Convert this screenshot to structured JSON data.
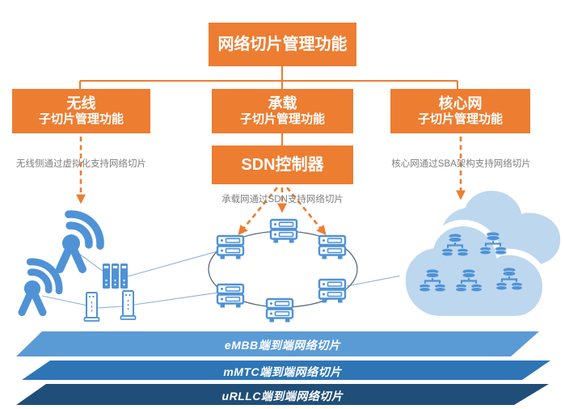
{
  "header": {
    "title": "网络切片管理功能"
  },
  "branches": [
    {
      "title": "无线",
      "subtitle": "子切片管理功能",
      "note": "无线侧通过虚拟化支持网络切片"
    },
    {
      "title": "承载",
      "subtitle": "子切片管理功能",
      "note": "承载网通过SDN支持网络切片"
    },
    {
      "title": "核心网",
      "subtitle": "子切片管理功能",
      "note": "核心网通过SBA架构支持网络切片"
    }
  ],
  "sdn": {
    "label": "SDN控制器"
  },
  "slices": [
    {
      "label": "eMBB端到端网络切片",
      "color": "#5B9BD5"
    },
    {
      "label": "mMTC端到端网络切片",
      "color": "#2E75B6"
    },
    {
      "label": "uRLLC端到端网络切片",
      "color": "#1F4E79"
    }
  ],
  "colors": {
    "accent_orange": "#ED7D31",
    "icon_blue": "#4F92D6",
    "cloud_fill": "#BDD7EE",
    "note_gray": "#7F7F7F",
    "ring_stroke": "#5A6B7D",
    "link_line": "#8FB0CF"
  },
  "icons": {
    "antenna": "antenna-icon",
    "server_rack": "server-rack-icon",
    "tower_server": "tower-server-icon",
    "router": "router-icon",
    "cloud": "cloud-icon",
    "db_cluster": "db-cluster-icon",
    "dashed_arrow": "dashed-arrow-icon"
  }
}
